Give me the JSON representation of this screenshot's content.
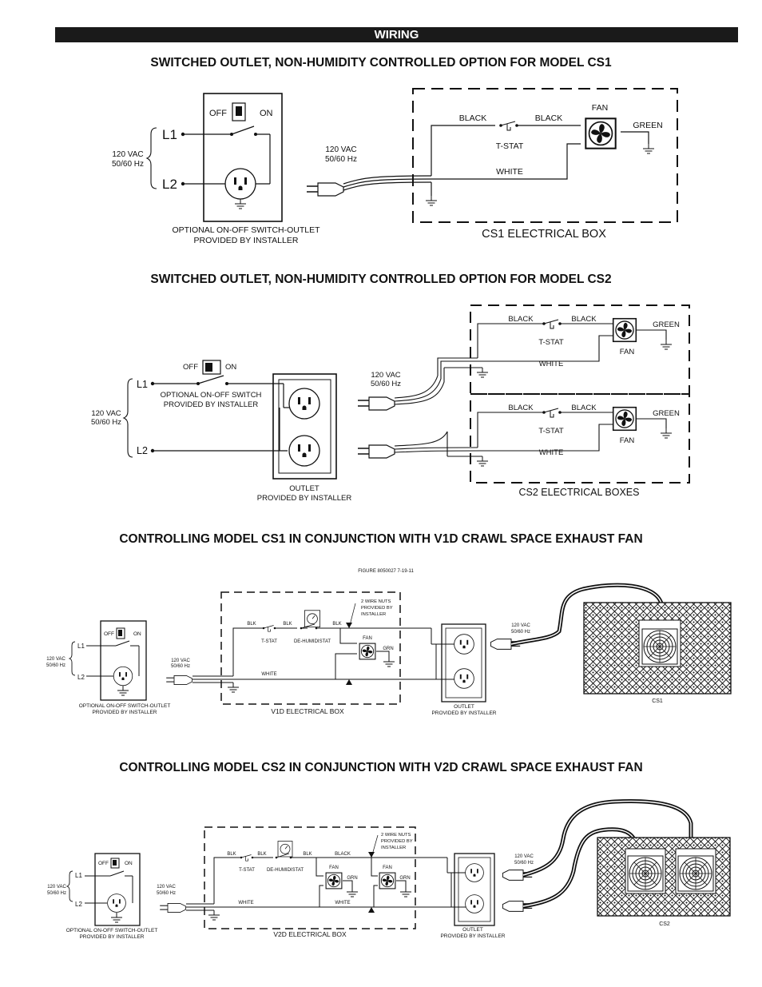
{
  "header": {
    "title": "WIRING"
  },
  "sections": [
    {
      "title": "SWITCHED OUTLET, NON-HUMIDITY CONTROLLED OPTION FOR MODEL CS1"
    },
    {
      "title": "SWITCHED OUTLET, NON-HUMIDITY CONTROLLED OPTION FOR MODEL CS2"
    },
    {
      "title": "CONTROLLING MODEL CS1 IN CONJUNCTION WITH V1D CRAWL SPACE EXHAUST FAN"
    },
    {
      "title": "CONTROLLING MODEL CS2 IN CONJUNCTION WITH V2D CRAWL SPACE EXHAUST FAN"
    }
  ],
  "labels": {
    "off": "OFF",
    "on": "ON",
    "l1": "L1",
    "l2": "L2",
    "vac": "120 VAC",
    "hz": "50/60 Hz",
    "black": "BLACK",
    "white": "WHITE",
    "green": "GREEN",
    "fan": "FAN",
    "tstat": "T-STAT",
    "blk": "BLK",
    "grn": "GRN",
    "dehumidistat": "DE-HUMIDISTAT",
    "wire_nuts_1": "2 WIRE NUTS",
    "wire_nuts_2": "PROVIDED BY",
    "wire_nuts_3": "INSTALLER"
  },
  "d1": {
    "switch_outlet_1": "OPTIONAL ON-OFF SWITCH-OUTLET",
    "switch_outlet_2": "PROVIDED BY INSTALLER",
    "box_label": "CS1 ELECTRICAL BOX"
  },
  "d2": {
    "switch_1": "OPTIONAL ON-OFF SWITCH",
    "switch_2": "PROVIDED BY INSTALLER",
    "outlet_1": "OUTLET",
    "outlet_2": "PROVIDED BY INSTALLER",
    "box_label": "CS2 ELECTRICAL BOXES"
  },
  "d3": {
    "figure": "FIGURE 8050027   7-19-11",
    "switch_outlet_1": "OPTIONAL ON-OFF SWITCH-OUTLET",
    "switch_outlet_2": "PROVIDED BY INSTALLER",
    "box_label": "V1D ELECTRICAL BOX",
    "outlet_1": "OUTLET",
    "outlet_2": "PROVIDED BY INSTALLER",
    "unit": "CS1"
  },
  "d4": {
    "switch_outlet_1": "OPTIONAL ON-OFF SWITCH-OUTLET",
    "switch_outlet_2": "PROVIDED BY INSTALLER",
    "box_label": "V2D ELECTRICAL BOX",
    "outlet_1": "OUTLET",
    "outlet_2": "PROVIDED BY INSTALLER",
    "unit": "CS2"
  }
}
